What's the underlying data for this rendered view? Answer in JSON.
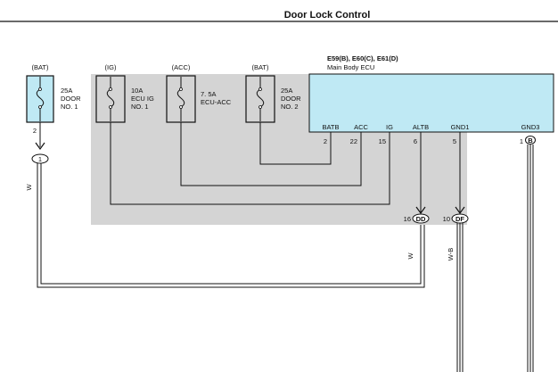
{
  "title": "Door Lock Control",
  "ecu": {
    "connectors": "E59(B), E60(C), E61(D)",
    "name": "Main Body ECU",
    "terminals": [
      {
        "name": "BATB",
        "pin": "2"
      },
      {
        "name": "ACC",
        "pin": "22"
      },
      {
        "name": "IG",
        "pin": "15"
      },
      {
        "name": "ALTB",
        "pin": "6"
      },
      {
        "name": "GND1",
        "pin": "5"
      },
      {
        "name": "GND3",
        "pin": "1",
        "connector": "B"
      }
    ],
    "fill_color": "#bfe9f4"
  },
  "fuses": [
    {
      "source": "(BAT)",
      "rating": "25A",
      "line1": "DOOR",
      "line2": "NO. 1",
      "pin": "2"
    },
    {
      "source": "(IG)",
      "rating": "10A",
      "line1": "ECU IG",
      "line2": "NO. 1"
    },
    {
      "source": "(ACC)",
      "rating": "7. 5A",
      "line1": "ECU-ACC",
      "line2": ""
    },
    {
      "source": "(BAT)",
      "rating": "25A",
      "line1": "DOOR",
      "line2": "NO. 2"
    }
  ],
  "junctions": {
    "j1": {
      "label": "1"
    },
    "dd": {
      "pin": "16",
      "label": "DD"
    },
    "df": {
      "pin": "10",
      "label": "DF"
    }
  },
  "wires": {
    "left_color": "W",
    "bottom_color": "W",
    "ground_color": "W-B"
  },
  "colors": {
    "junction_block": "#d4d4d4",
    "fuse_fill": "#bfe9f4",
    "line": "#111111"
  }
}
